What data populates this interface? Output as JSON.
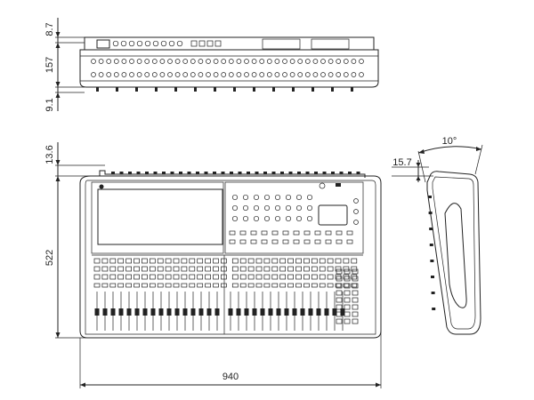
{
  "dimensions": {
    "rear_top_height": "8.7",
    "rear_mid_height": "157",
    "rear_bottom_height": "9.1",
    "top_offset": "13.6",
    "depth": "522",
    "width": "940",
    "side_offset": "15.7",
    "tilt_angle": "10°"
  },
  "colors": {
    "line": "#222222",
    "background": "#ffffff"
  }
}
